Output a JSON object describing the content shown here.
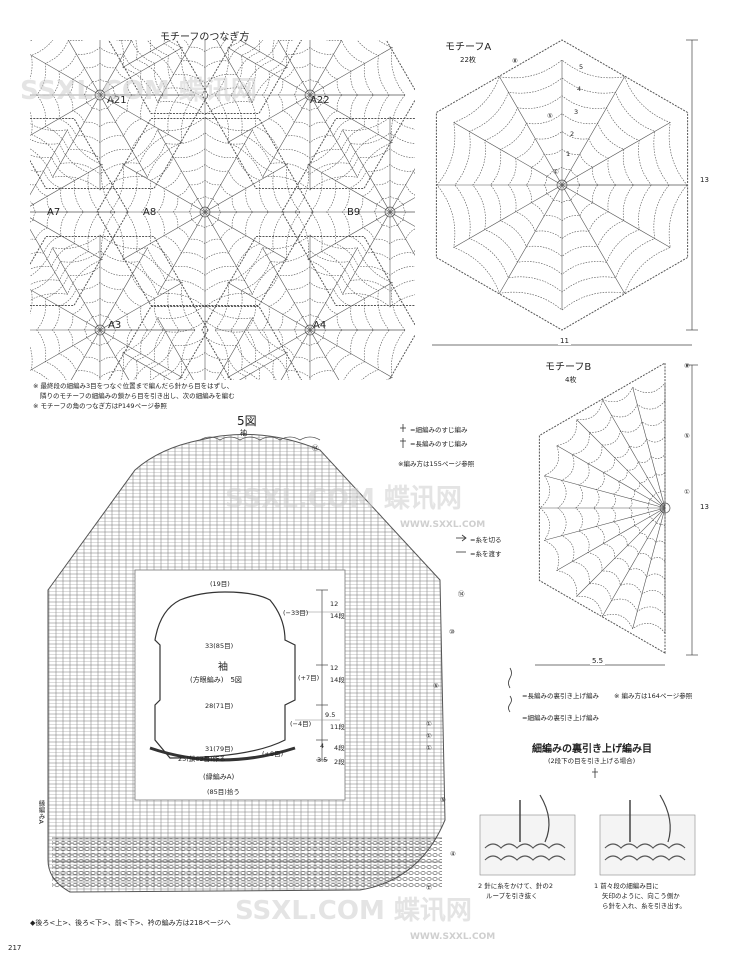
{
  "header": {
    "top_left_title": "モチーフのつなぎ方",
    "motif_a_title": "モチーフA",
    "motif_a_count": "22枚",
    "motif_b_title": "モチーフB",
    "motif_b_count": "4枚"
  },
  "joining": {
    "labels": [
      "A21",
      "A22",
      "A7",
      "A8",
      "B9",
      "A3",
      "A4"
    ],
    "notes": [
      "※ 最終段の細編み3目をつなぐ位置まで編んだら針から目をはずし、",
      "隣りのモチーフの細編みの鎖から目を引き出し、次の細編みを編む",
      "※ モチーフの角のつなぎ方はP149ページ参照"
    ]
  },
  "motif_a": {
    "rounds": [
      "1",
      "2",
      "3",
      "4",
      "5"
    ],
    "markers": [
      "⑧",
      "⑤",
      "①"
    ],
    "dim_height": "13",
    "dim_width": "11"
  },
  "motif_b": {
    "markers": [
      "⑧",
      "⑤",
      "①"
    ],
    "dim_height": "13",
    "dim_width": "5.5"
  },
  "sleeve": {
    "fig_title": "5図",
    "fig_sub": "袖",
    "stitch_legend": [
      "=細編みのすじ編み",
      "=長編みのすじ編み"
    ],
    "method_note": "※編み方は155ページ参照",
    "thread_cut": "=糸を切る",
    "thread_attach": "=糸を渡す",
    "side_label": "縁編みA",
    "row_marks": [
      "⑭",
      "⑭",
      "⑩",
      "⑤",
      "①",
      "①",
      "①",
      "⑤",
      "④",
      "①"
    ]
  },
  "schematic": {
    "top": "(19目)",
    "r1": "(−33目)",
    "wide": "33(85目)",
    "name": "袖",
    "pattern": "(方眼編み)　5図",
    "inc7": "(+7目)",
    "mid": "28(71目)",
    "dec4": "(−4目)",
    "lower": "31(79目)",
    "plus8": "(+8目)",
    "border": "25(鎖63目)作る",
    "border_name": "(縁編みA)",
    "pickup": "(85目)拾う",
    "v1": "12",
    "v1s": "14段",
    "v2": "12",
    "v2s": "14段",
    "v3": "9.5",
    "v3s": "11段",
    "v4": "4段",
    "v4n": "4",
    "v5": "3.5",
    "v5s": "2段"
  },
  "right_legend": {
    "line1": "=長編みの裏引き上げ編み",
    "line1_note": "※ 編み方は164ページ参照",
    "line2": "=細編みの裏引き上げ編み",
    "section_title": "細編みの裏引き上げ編み目",
    "section_sub": "(2段下の目を引き上げる場合)",
    "step2": "2 針に糸をかけて、針の2",
    "step2b": "ループを引き抜く",
    "step1": "1 前々段の細編み目に",
    "step1b": "矢印のように、向こう側か",
    "step1c": "ら針を入れ、糸を引き出す。"
  },
  "footer": {
    "note": "◆後ろ<上>、後ろ<下>、前<下>、衿の編み方は218ページへ",
    "page": "217"
  },
  "watermarks": [
    "SSXL.COM 蝶讯网",
    "SSXL.COM 蝶讯网",
    "SSXL.COM 蝶讯网",
    "WWW.SXXL.COM",
    "WWW.SXXL.COM"
  ]
}
